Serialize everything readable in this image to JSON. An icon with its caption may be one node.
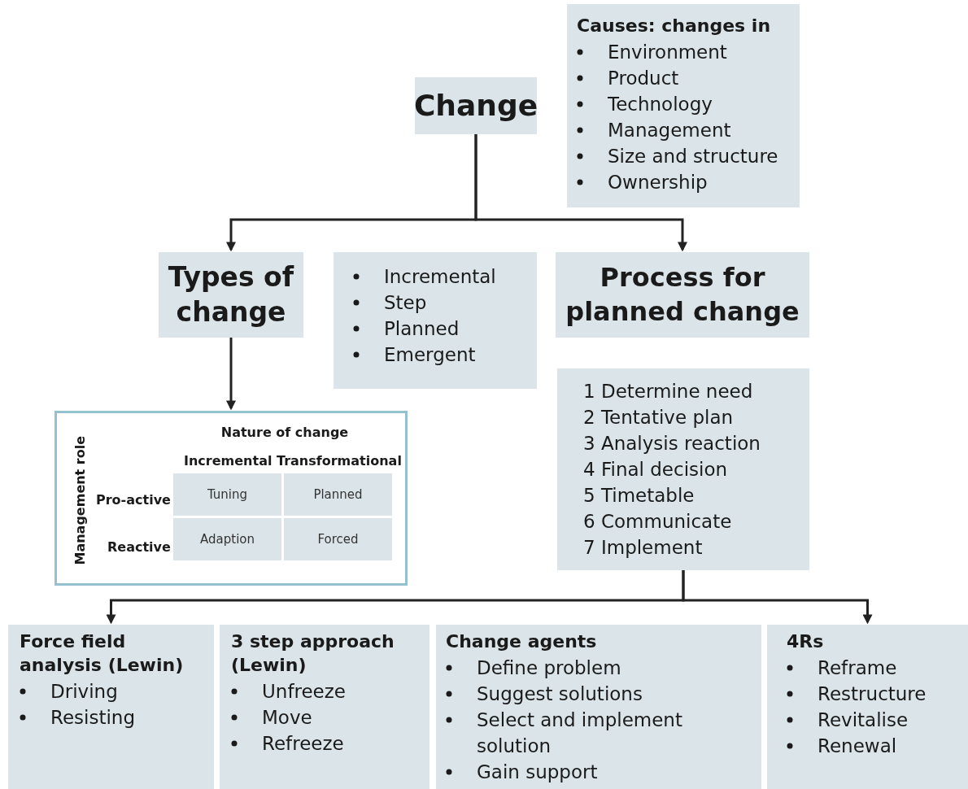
{
  "diagram": {
    "nodes": [
      {
        "text": [
          "Change"
        ]
      },
      {
        "text": [
          "Causes: changes in",
          "Environment",
          "Product",
          "Technology",
          "Management",
          "Size and structure",
          "Ownership"
        ]
      },
      {
        "text": [
          "Types of change"
        ]
      },
      {
        "text": [
          "Incremental",
          "Step",
          "Planned",
          "Emergent"
        ]
      },
      {
        "text": [
          "Process for planned change"
        ]
      },
      {
        "text": [
          "1 Determine need",
          "2 Tentative plan",
          "3 Analysis reaction",
          "4 Final decision",
          "5 Timetable",
          "6 Communicate",
          "7 Implement"
        ]
      },
      {
        "text": [
          "Nature of change",
          "Incremental",
          "Transformational",
          "Management role",
          "Pro-active",
          "Reactive"
        ]
      },
      {
        "text": [
          "Tuning"
        ],
        "in": 6
      },
      {
        "text": [
          "Planned"
        ],
        "in": 6
      },
      {
        "text": [
          "Adaption"
        ],
        "in": 6
      },
      {
        "text": [
          "Forced"
        ],
        "in": 6
      },
      {
        "text": [
          "Force field analysis (Lewin)",
          "Driving",
          "Resisting"
        ]
      },
      {
        "text": [
          "3 step approach (Lewin)",
          "Unfreeze",
          "Move",
          "Refreeze"
        ]
      },
      {
        "text": [
          "Change agents",
          "Define problem",
          "Suggest solutions",
          "Select and implement solution",
          "Gain support"
        ]
      },
      {
        "text": [
          "4Rs",
          "Reframe",
          "Restructure",
          "Revitalise",
          "Renewal"
        ]
      }
    ],
    "edges": [
      {
        "from": 0,
        "to": 2,
        "arrow": "to"
      },
      {
        "from": 0,
        "to": 4,
        "arrow": "to"
      },
      {
        "from": 2,
        "to": 6,
        "arrow": "to"
      },
      {
        "from": 5,
        "to": 11,
        "arrow": "to"
      },
      {
        "from": 5,
        "to": 14,
        "arrow": "to"
      }
    ]
  }
}
